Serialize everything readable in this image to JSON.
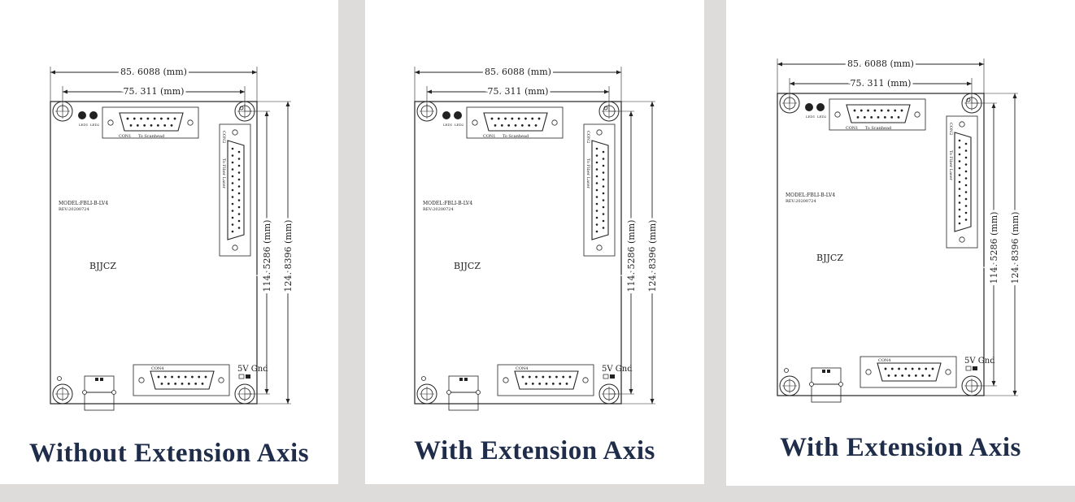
{
  "panels": [
    {
      "caption": "Without Extension Axis",
      "board": {
        "width_label": "85. 6088 (mm)",
        "inner_width_label": "75. 311 (mm)",
        "inner_height_label": "114. 5286 (mm)",
        "height_label": "124. 8396 (mm)",
        "model_label": "MODEL:FBLI-B-LV4",
        "rev_label": "REV:20200724",
        "brand_label": "BJJCZ",
        "con1_label": "CON1",
        "scanhead_label": "To Scanhead",
        "con2_label": "CON2",
        "fiber_laser_label": "To Fiber Laser",
        "con4_label": "CON4",
        "power_label": "5V Gnd",
        "led1_label": "LED1",
        "led2_label": "LED2"
      }
    },
    {
      "caption": "With Extension Axis",
      "board": {
        "width_label": "85. 6088 (mm)",
        "inner_width_label": "75. 311 (mm)",
        "inner_height_label": "114. 5286 (mm)",
        "height_label": "124. 8396 (mm)",
        "model_label": "MODEL:FBLI-B-LV4",
        "rev_label": "REV:20200724",
        "brand_label": "BJJCZ",
        "con1_label": "CON1",
        "scanhead_label": "To Scanhead",
        "con2_label": "CON2",
        "fiber_laser_label": "To Fiber Laser",
        "con4_label": "CON4",
        "power_label": "5V Gnd",
        "led1_label": "LED1",
        "led2_label": "LED2"
      }
    },
    {
      "caption": "With Extension Axis",
      "board": {
        "width_label": "85. 6088 (mm)",
        "inner_width_label": "75. 311 (mm)",
        "inner_height_label": "114. 5286 (mm)",
        "height_label": "124. 8396 (mm)",
        "model_label": "MODEL:FBLI-B-LV4",
        "rev_label": "REV:20200724",
        "brand_label": "BJJCZ",
        "con1_label": "CON1",
        "scanhead_label": "To Scanhead",
        "con2_label": "CON2",
        "fiber_laser_label": "To Fiber Laser",
        "con4_label": "CON4",
        "power_label": "5V Gnd",
        "led1_label": "LED1",
        "led2_label": "LED2"
      }
    }
  ],
  "colors": {
    "background": "#dedcda",
    "panel": "#ffffff",
    "caption": "#1f2d4a",
    "drawing": "#222222"
  }
}
